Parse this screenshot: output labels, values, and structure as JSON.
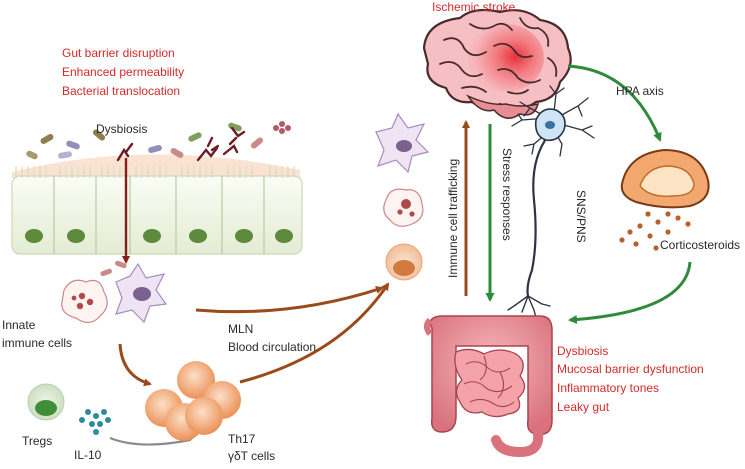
{
  "labels": {
    "stroke": "Ischemic stroke",
    "gut_barrier": [
      "Gut barrier disruption",
      "Enhanced permeability",
      "Bacterial translocation"
    ],
    "dysbiosis_top": "Dysbiosis",
    "innate": [
      "Innate",
      "immune cells"
    ],
    "mln": [
      "MLN",
      "Blood circulation"
    ],
    "tregs": "Tregs",
    "il10": "IL-10",
    "th17": [
      "Th17",
      "γδT cells"
    ],
    "hpa": "HPA axis",
    "corticosteroids": "Corticosteroids",
    "immune_trafficking": "Immune cell trafficking",
    "stress": "Stress responses",
    "sns": "SNS/PNS",
    "gut_effects": [
      "Dysbiosis",
      "Mucosal barrier dysfunction",
      "Inflammatory tones",
      "Leaky gut"
    ]
  },
  "colors": {
    "red_text": "#d32a2a",
    "brown_arrow": "#9a4a1b",
    "green_arrow": "#2e8b3a",
    "dark_red_arrow": "#8b1c1c"
  }
}
